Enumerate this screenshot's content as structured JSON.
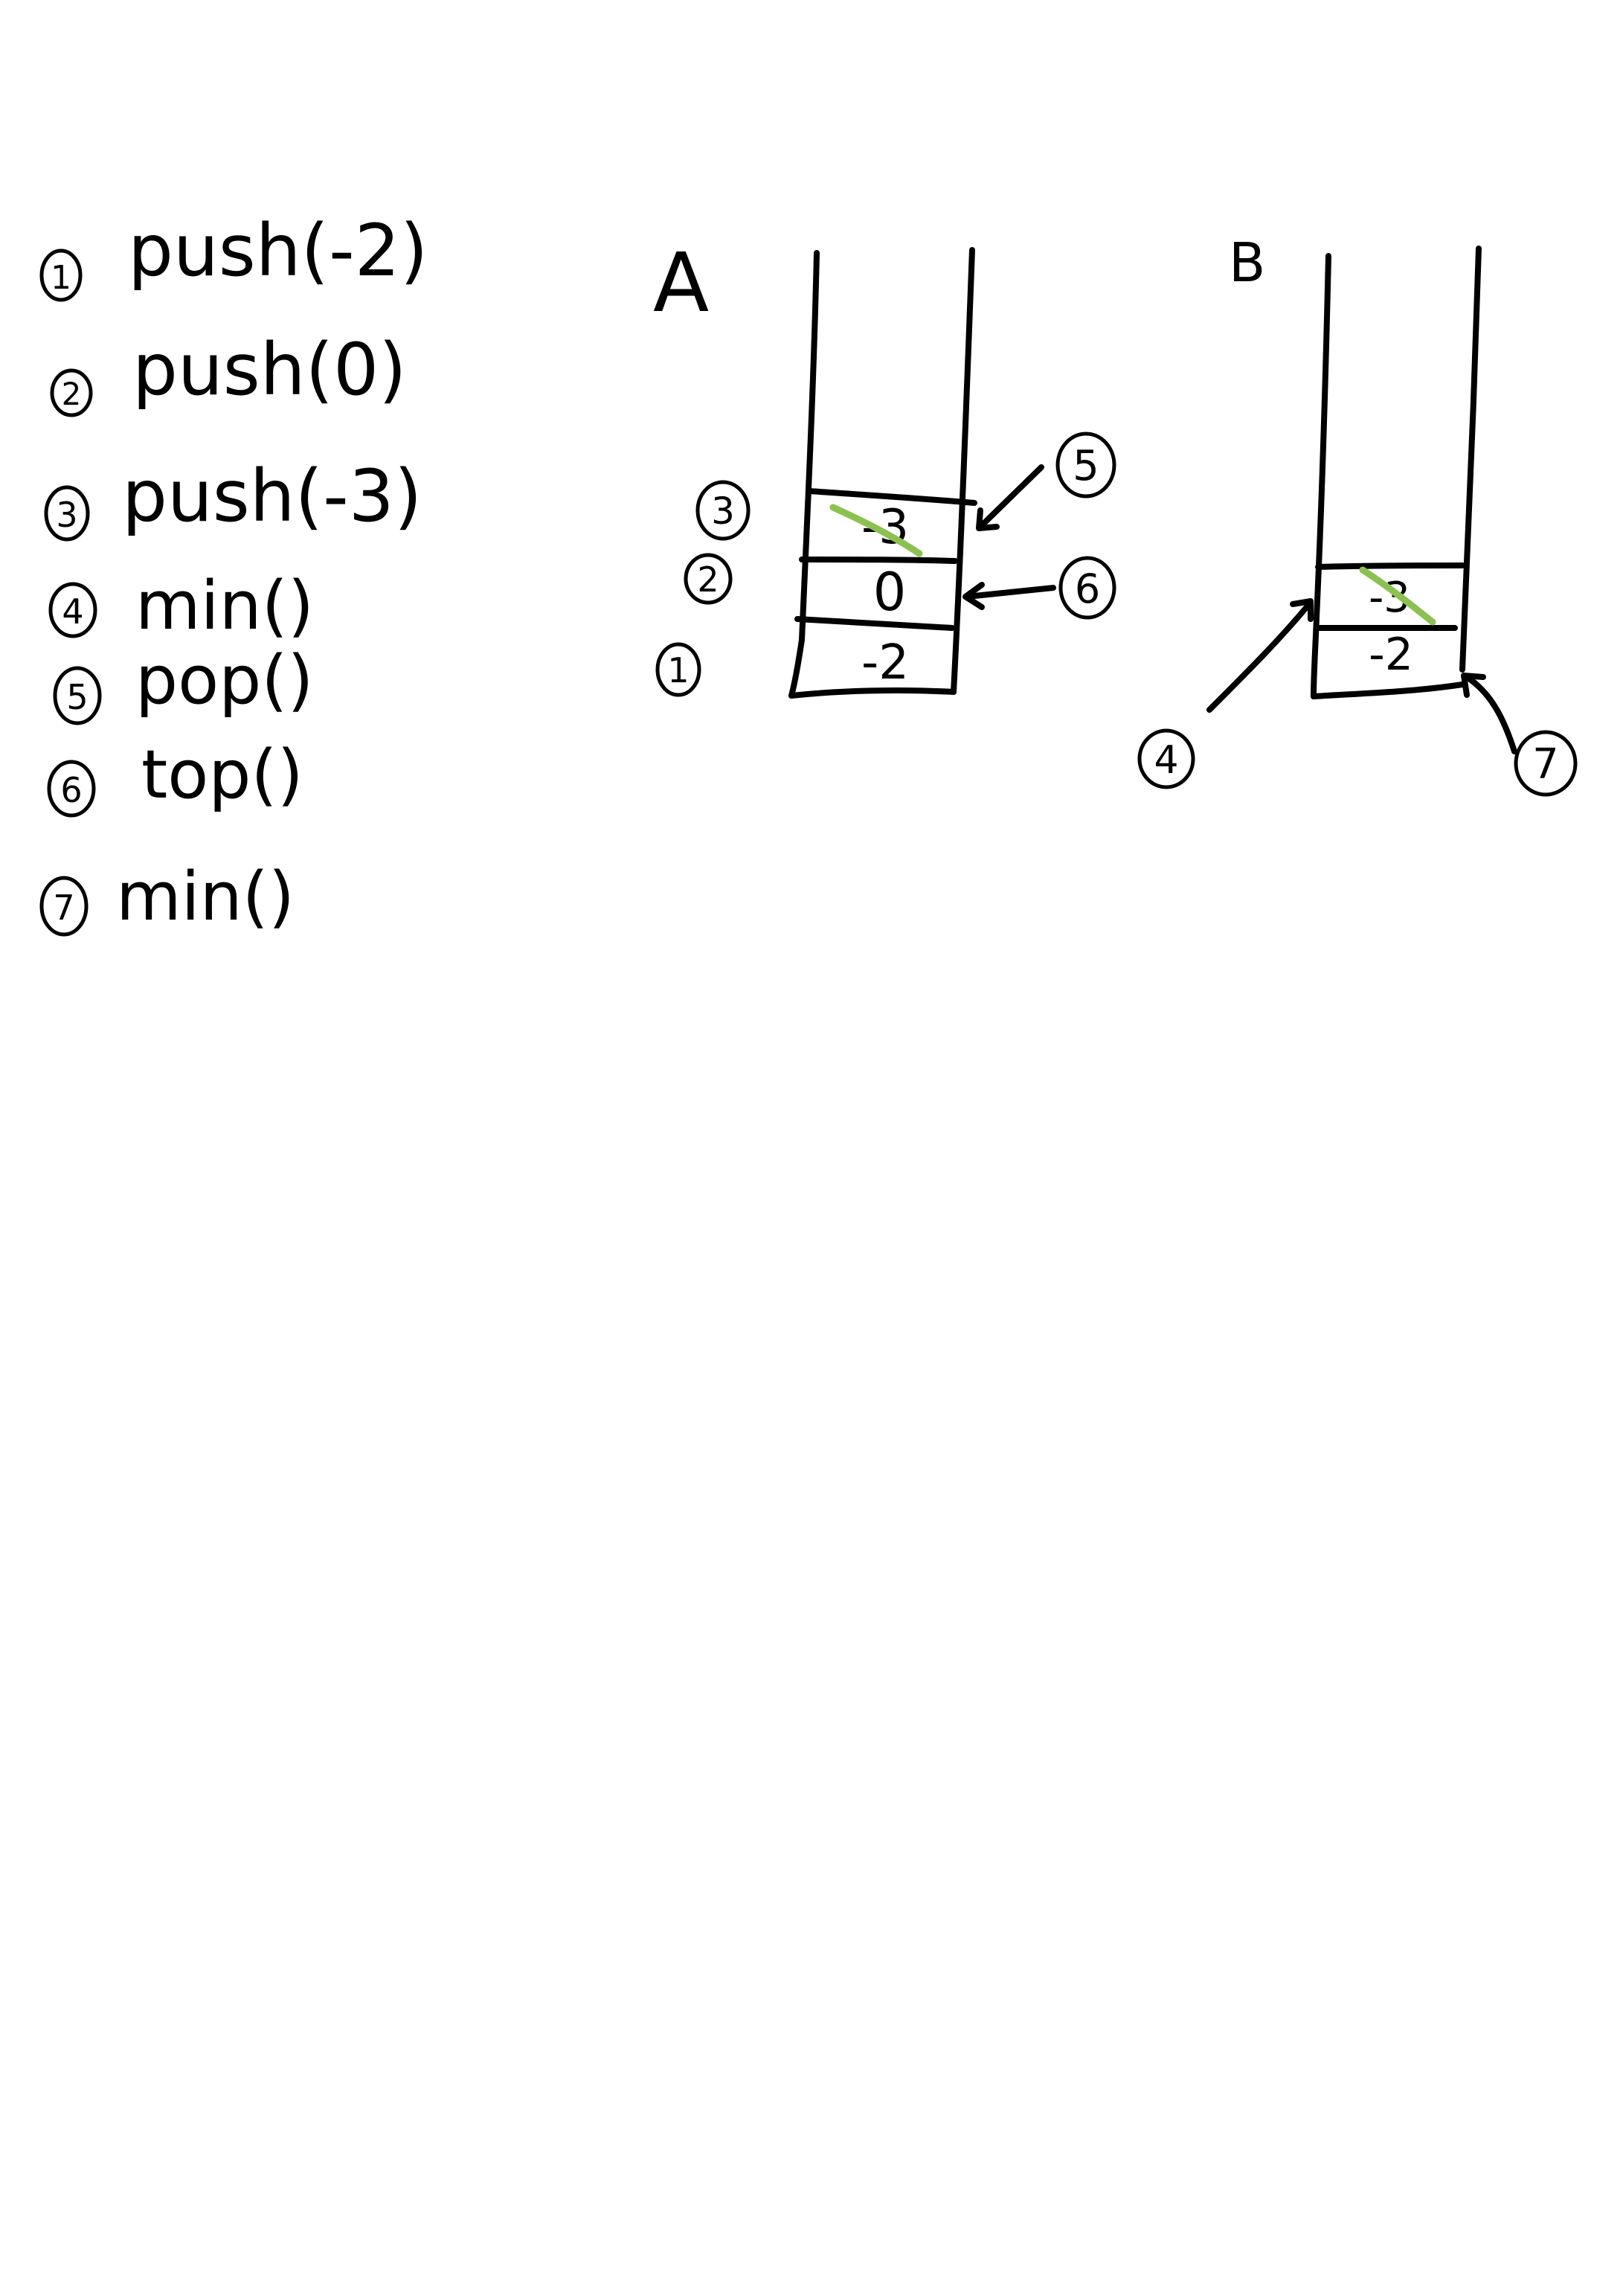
{
  "operations": [
    {
      "num": "1",
      "text": "push(-2)"
    },
    {
      "num": "2",
      "text": "push(0)"
    },
    {
      "num": "3",
      "text": "push(-3)"
    },
    {
      "num": "4",
      "text": "min()"
    },
    {
      "num": "5",
      "text": "pop()"
    },
    {
      "num": "6",
      "text": "top()"
    },
    {
      "num": "7",
      "text": "min()"
    }
  ],
  "stack_a": {
    "label": "A",
    "cells": [
      "-3",
      "0",
      "-2"
    ],
    "side_numbers_left": [
      "3",
      "2",
      "1"
    ],
    "arrow_numbers": [
      "5",
      "6"
    ],
    "crossed_out_value": "-3"
  },
  "stack_b": {
    "label": "B",
    "cells": [
      "-3",
      "-2"
    ],
    "arrow_numbers": [
      "4",
      "7"
    ],
    "crossed_out_value": "-3"
  },
  "colors": {
    "ink": "#000000",
    "strike": "#8cc152",
    "paper": "#ffffff"
  }
}
